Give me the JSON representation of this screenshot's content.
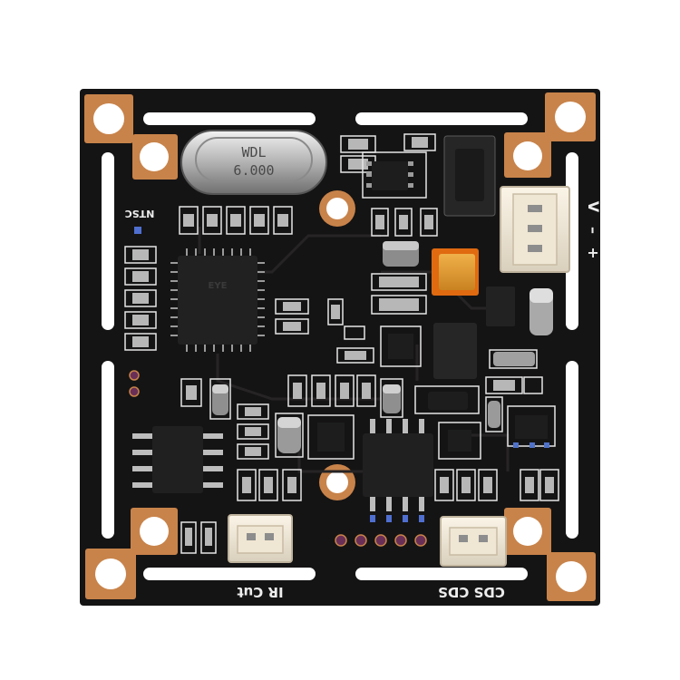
{
  "photo": {
    "subject": "CCTV camera PCB board",
    "background_color": "#ffffff",
    "board_color": "#151414",
    "pad_color": "#c8834a",
    "silkscreen_color": "#ececec"
  },
  "labels": {
    "crystal_line1": "WDL",
    "crystal_line2": "6.000",
    "ntsc": "NTSC",
    "power_plus": "+",
    "power_minus": "–",
    "power_v": "V",
    "ir_cut": "IR Cut",
    "cds": "CDS CDS"
  },
  "icons": {
    "mounting_hole": "circle-hole",
    "connector": "jst-connector"
  }
}
